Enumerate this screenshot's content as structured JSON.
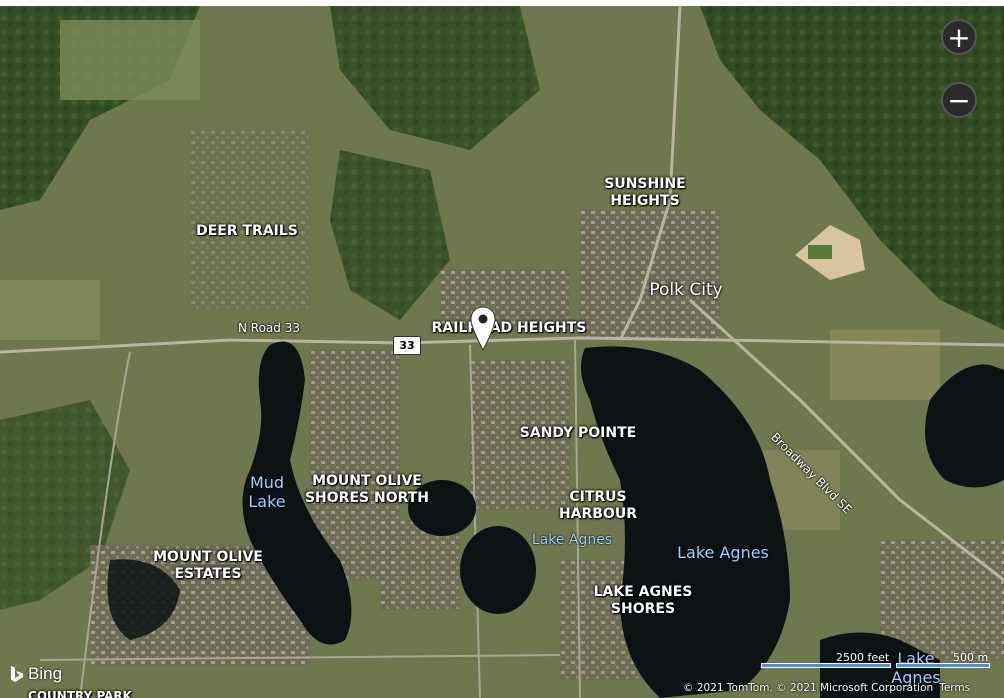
{
  "map": {
    "view": "aerial",
    "places": {
      "deer_trails": "DEER TRAILS",
      "sunshine_heights": "SUNSHINE\nHEIGHTS",
      "railroad_heights": "RAILROAD HEIGHTS",
      "sandy_pointe": "SANDY POINTE",
      "mount_olive_shores_north": "MOUNT OLIVE\nSHORES NORTH",
      "citrus_harbour": "CITRUS\nHARBOUR",
      "mount_olive_estates": "MOUNT OLIVE\nESTATES",
      "lake_agnes_shores": "LAKE AGNES\nSHORES",
      "partial_bottom": "COUNTRY PARK"
    },
    "city": "Polk City",
    "water": {
      "mud_lake": "Mud\nLake",
      "lake_agnes_small": "Lake Agnes",
      "lake_agnes": "Lake Agnes",
      "lake_agnes_corner": "Lake\nAgnes"
    },
    "roads": {
      "n_road_33": "N Road 33",
      "broadway": "Broadway Blvd SE",
      "shield_33": "33"
    },
    "pin": "location-pin-icon"
  },
  "controls": {
    "zoom_in": "+",
    "zoom_out": "−"
  },
  "branding": {
    "logo": "bing-logo-icon",
    "name": "Bing"
  },
  "scale": {
    "imperial": "2500 feet",
    "metric": "500 m"
  },
  "attribution": {
    "text": "© 2021 TomTom, © 2021 Microsoft Corporation",
    "terms": "Terms"
  },
  "colors": {
    "water": "#0d1214",
    "lake_label": "#9fd0ff",
    "control_bg": "#2b2b2b"
  }
}
